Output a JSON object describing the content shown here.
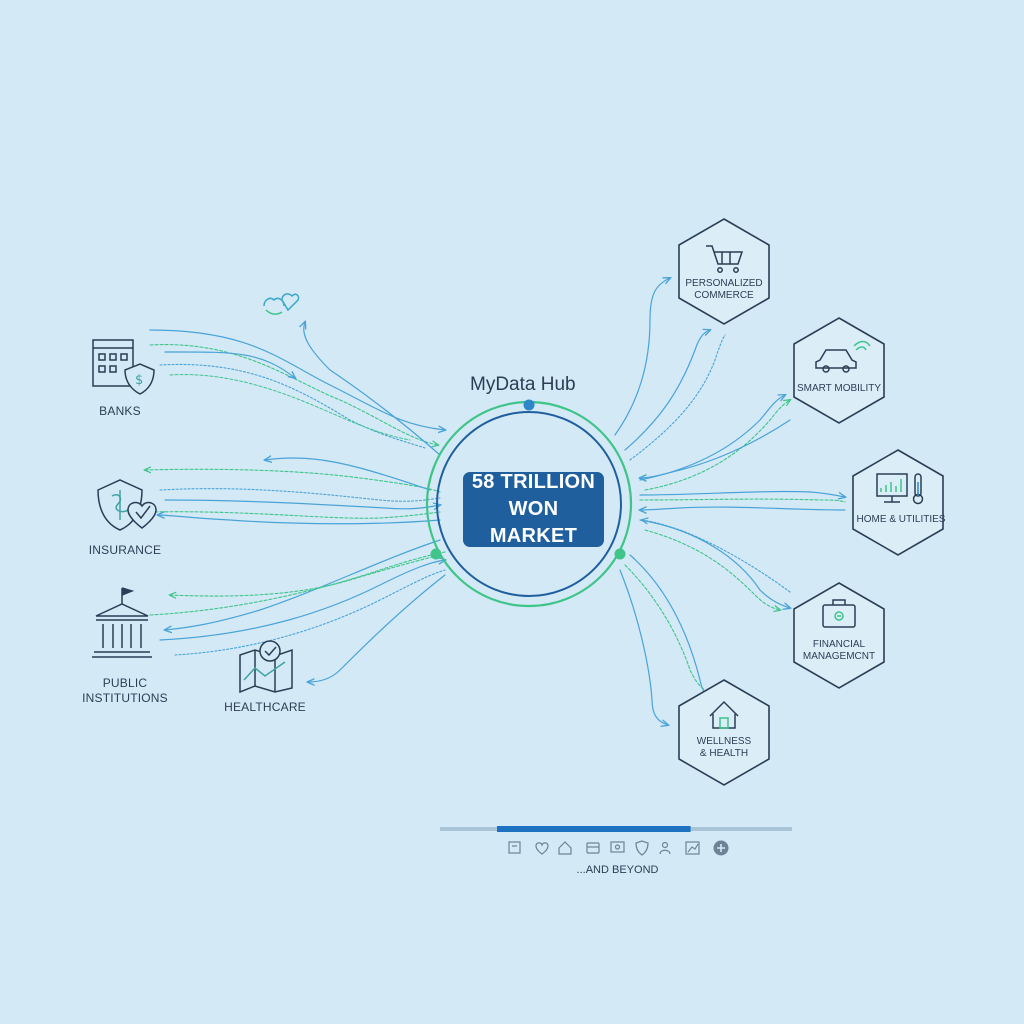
{
  "hub": {
    "title": "MyData Hub",
    "market_line1": "58 TRILLION",
    "market_line2": "WON MARKET"
  },
  "sources": [
    {
      "id": "banks",
      "label": "BANKS",
      "icon": "bank-building-icon"
    },
    {
      "id": "insurance",
      "label": "INSURANCE",
      "icon": "shield-heart-icon"
    },
    {
      "id": "public",
      "label_line1": "PUBLIC",
      "label_line2": "INSTITUTIONS",
      "icon": "government-building-icon"
    },
    {
      "id": "healthcare",
      "label": "HEALTHCARE",
      "icon": "map-check-icon"
    }
  ],
  "services": [
    {
      "id": "commerce",
      "line1": "PERSONALIZED",
      "line2": "COMMERCE",
      "icon": "shopping-cart-icon"
    },
    {
      "id": "mobility",
      "line1": "SMART MOBILITY",
      "line2": "",
      "icon": "car-icon"
    },
    {
      "id": "home",
      "line1": "HOME & UTILITIES",
      "line2": "",
      "icon": "monitor-thermometer-icon"
    },
    {
      "id": "financial",
      "line1": "FINANCIAL",
      "line2": "MANAGEMCNT",
      "icon": "briefcase-icon"
    },
    {
      "id": "wellness",
      "line1": "WELLNESS",
      "line2": "& HEALTH",
      "icon": "house-icon"
    }
  ],
  "footer": {
    "beyond_label": "...AND BEYOND",
    "progress": 0.55
  },
  "colors": {
    "background": "#d3e9f6",
    "blue_line": "#4aa3d8",
    "green_line": "#3fc48a",
    "hub_blue": "#1f5f9e",
    "text": "#2b3e55"
  }
}
